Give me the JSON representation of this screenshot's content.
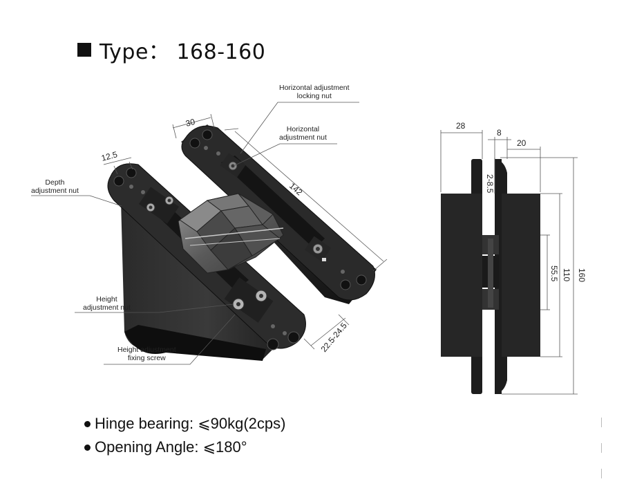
{
  "title": {
    "label": "Type： 168-160"
  },
  "callouts": {
    "horizontal_locking": "Horizontal adjustment\nlocking nut",
    "horizontal_nut": "Horizontal\nadjustment nut",
    "depth_nut": "Depth\nadjustment nut",
    "height_nut": "Height\nadjustment nut",
    "height_fixing": "Height adjustment\nfixing screw"
  },
  "dimensions_left": {
    "d30": "30",
    "d12_5": "12.5",
    "d142": "142",
    "d22_5": "22.5-24.5"
  },
  "dimensions_right": {
    "d28": "28",
    "d8": "8",
    "d20": "20",
    "d2_8_5": "2-8.5",
    "d55_5": "55.5",
    "d110": "110",
    "d160": "160"
  },
  "specs": [
    {
      "label": "Hinge bearing: ⩽90kg(2cps)"
    },
    {
      "label": "Opening Angle: ⩽180°"
    }
  ],
  "colors": {
    "hinge_body": "#1e1e1e",
    "hinge_dark": "#2b2b2b",
    "metal": "#6d6d6d",
    "line": "#555555"
  }
}
